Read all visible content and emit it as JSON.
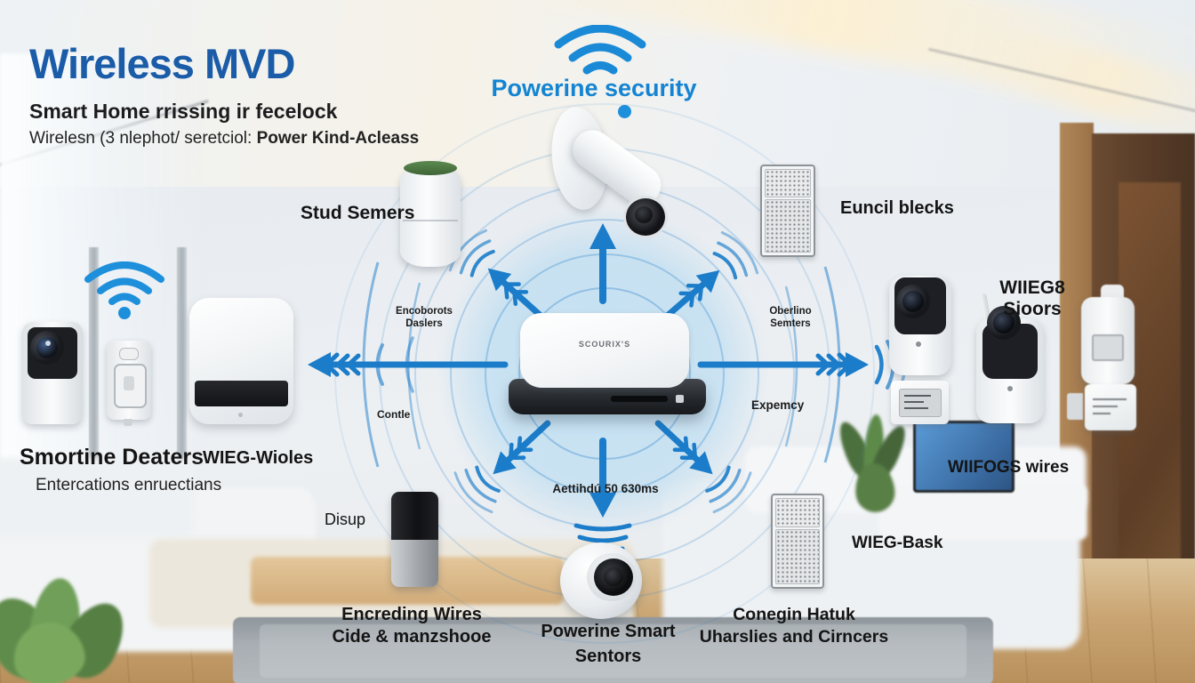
{
  "header": {
    "title": "Wireless MVD",
    "subtitle": "Smart Home rrissing ir fecelock",
    "tagline": "Wirelesn (3 nlephot/ seretciol: ",
    "tagline_bold": "Power Kind-Acleass"
  },
  "network": {
    "top_label": "Powerine security",
    "hub_logo": "SCOURIX'S",
    "annotations": {
      "upper_left_line1": "Encoborots",
      "upper_left_line2": "Daslers",
      "mid_left": "Contle",
      "upper_right_line1": "Oberlino",
      "upper_right_line2": "Semters",
      "mid_right": "Expemcy",
      "bottom": "Aettihdú 50 630ms"
    }
  },
  "devices": {
    "cylinder_sensor_label": "Stud Semers",
    "top_speaker_label": "Euncil blecks",
    "left_group_title": "Smortine Deaters",
    "left_group_subtitle": "Entercations enruectians",
    "white_box_label": "WIEG-Wioles",
    "stick_label": "Disup",
    "bottom_left_line1": "Encreding Wires",
    "bottom_left_line2": "Cide & manzshooe",
    "dome_camera_line1": "Powerine Smart",
    "dome_camera_line2": "Sentors",
    "bottom_right_line1": "Conegin Hatuk",
    "bottom_right_line2": "Uharslies and Cirncers",
    "bottom_speaker_label": "WIEG-Bask",
    "right_group_line1": "WIIEG8",
    "right_group_line2": "Sioors",
    "right_group_bottom": "WIIFOGS",
    "right_group_bottom_bold": " wires"
  },
  "colors": {
    "title_blue": "#1b5ca8",
    "accent_blue": "#1b7cc9",
    "wifi_blue": "#1a8ad6"
  }
}
